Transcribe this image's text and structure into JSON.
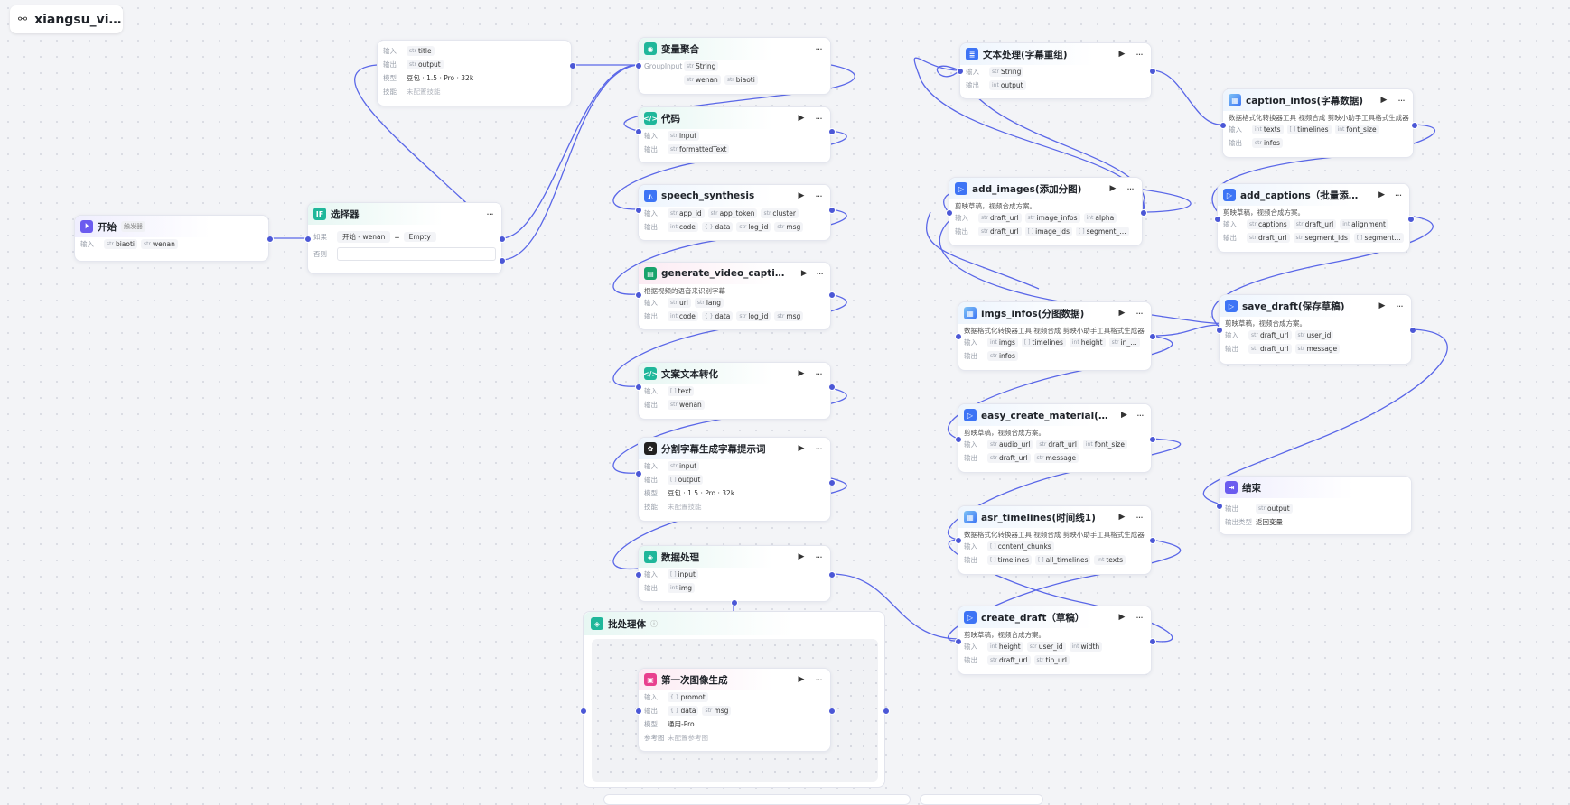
{
  "app": {
    "title": "xiangsu_vi…"
  },
  "nodes": {
    "start": {
      "title": "开始",
      "tag": "触发器",
      "in_label": "输入",
      "in1": "biaoti",
      "in2": "wenan"
    },
    "selector": {
      "title": "选择器",
      "if_label": "如果",
      "cond_left": "开始 - wenan",
      "cond_op": "=",
      "cond_right": "Empty",
      "else_label": "否则"
    },
    "llm_top": {
      "in_label": "输入",
      "in1": "title",
      "out_label": "输出",
      "out1": "output",
      "model_label": "模型",
      "model": "豆包 · 1.5 · Pro · 32k",
      "skill_label": "技能",
      "skill": "未配置技能"
    },
    "var_agg": {
      "title": "变量聚合",
      "group_label": "GroupInput",
      "g1": "String",
      "g2": "wenan",
      "g3": "biaoti"
    },
    "code": {
      "title": "代码",
      "in_label": "输入",
      "in1": "input",
      "out_label": "输出",
      "out1": "formattedText"
    },
    "speech": {
      "title": "speech_synthesis",
      "in_label": "输入",
      "in1": "app_id",
      "in2": "app_token",
      "in3": "cluster",
      "out_label": "输出",
      "out1": "code",
      "out2": "data",
      "out3": "log_id",
      "out4": "msg"
    },
    "gen_caps": {
      "title": "generate_video_captions_s…",
      "desc": "根据视频的语音来识别字幕",
      "in_label": "输入",
      "in1": "url",
      "in2": "lang",
      "out_label": "输出",
      "out1": "code",
      "out2": "data",
      "out3": "log_id",
      "out4": "msg"
    },
    "wenan_conv": {
      "title": "文案文本转化",
      "in_label": "输入",
      "in1": "text",
      "out_label": "输出",
      "out1": "wenan"
    },
    "split_caps": {
      "title": "分割字幕生成字幕提示词",
      "in_label": "输入",
      "in1": "input",
      "out_label": "输出",
      "out1": "output",
      "model_label": "模型",
      "model": "豆包 · 1.5 · Pro · 32k",
      "skill_label": "技能",
      "skill": "未配置技能"
    },
    "data_proc": {
      "title": "数据处理",
      "in_label": "输入",
      "in1": "input",
      "out_label": "输出",
      "out1": "img"
    },
    "batch": {
      "title": "批处理体"
    },
    "img_gen": {
      "title": "第一次图像生成",
      "in_label": "输入",
      "in1": "promot",
      "out_label": "输出",
      "out1": "data",
      "out2": "msg",
      "model_label": "模型",
      "model": "通用-Pro",
      "ref_label": "参考图",
      "ref": "未配置参考图"
    },
    "text_proc": {
      "title": "文本处理(字幕重组)",
      "in_label": "输入",
      "in1": "String",
      "out_label": "输出",
      "out1": "output"
    },
    "add_images": {
      "title": "add_images(添加分图)",
      "desc": "剪映草稿，视频合成方案。",
      "in_label": "输入",
      "in1": "draft_url",
      "in2": "image_infos",
      "in3": "alpha",
      "out_label": "输出",
      "out1": "draft_url",
      "out2": "image_ids",
      "out3": "segment_…"
    },
    "imgs_infos": {
      "title": "imgs_infos(分图数据)",
      "desc": "数据格式化转换器工具 视频合成 剪映小助手工具格式生成器",
      "in_label": "输入",
      "in1": "imgs",
      "in2": "timelines",
      "in3": "height",
      "in4": "in_…",
      "out_label": "输出",
      "out1": "infos"
    },
    "easy_create": {
      "title": "easy_create_material(添加…",
      "desc": "剪映草稿，视频合成方案。",
      "in_label": "输入",
      "in1": "audio_url",
      "in2": "draft_url",
      "in3": "font_size",
      "out_label": "输出",
      "out1": "draft_url",
      "out2": "message"
    },
    "asr": {
      "title": "asr_timelines(时间线1)",
      "desc": "数据格式化转换器工具 视频合成 剪映小助手工具格式生成器",
      "in_label": "输入",
      "in1": "content_chunks",
      "out_label": "输出",
      "out1": "timelines",
      "out2": "all_timelines",
      "out3": "texts"
    },
    "create_draft": {
      "title": "create_draft（草稿）",
      "desc": "剪映草稿，视频合成方案。",
      "in_label": "输入",
      "in1": "height",
      "in2": "user_id",
      "in3": "width",
      "out_label": "输出",
      "out1": "draft_url",
      "out2": "tip_url"
    },
    "caption_infos": {
      "title": "caption_infos(字幕数据)",
      "desc": "数据格式化转换器工具 视频合成 剪映小助手工具格式生成器",
      "in_label": "输入",
      "in1": "texts",
      "in2": "timelines",
      "in3": "font_size",
      "out_label": "输出",
      "out1": "infos"
    },
    "add_captions": {
      "title": "add_captions（批量添加字…",
      "desc": "剪映草稿，视频合成方案。",
      "in_label": "输入",
      "in1": "captions",
      "in2": "draft_url",
      "in3": "alignment",
      "out_label": "输出",
      "out1": "draft_url",
      "out2": "segment_ids",
      "out3": "segment…"
    },
    "save_draft": {
      "title": "save_draft(保存草稿)",
      "desc": "剪映草稿，视频合成方案。",
      "in_label": "输入",
      "in1": "draft_url",
      "in2": "user_id",
      "out_label": "输出",
      "out1": "draft_url",
      "out2": "message"
    },
    "end": {
      "title": "结束",
      "out_label": "输出",
      "out1": "output",
      "type_label": "输出类型",
      "type_val": "返回变量"
    }
  },
  "type_tags": {
    "str": "str",
    "int": "int",
    "obj": "{ }",
    "arr": "[ ]"
  },
  "icons": {
    "more": "more-icon",
    "run": "play-icon",
    "plugin": "plugin-icon"
  },
  "colors": {
    "wire": "#5a67e8",
    "port": "#4b57d6"
  }
}
